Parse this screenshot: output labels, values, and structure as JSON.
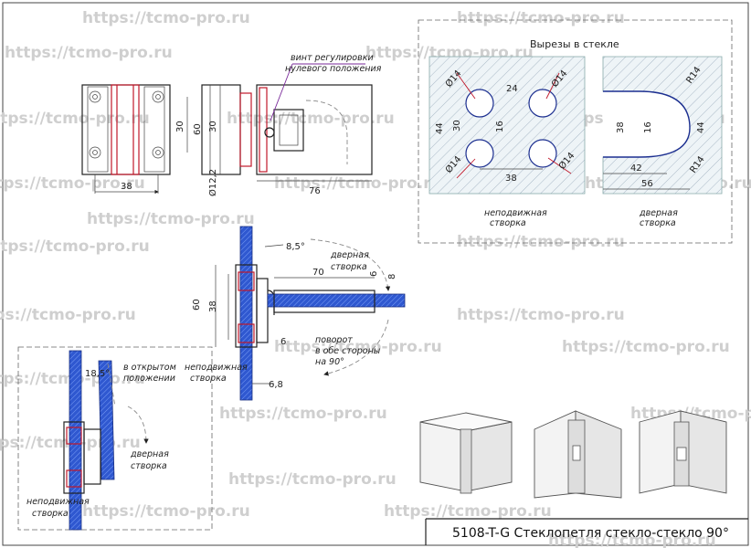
{
  "watermark": "https://tcmo-pro.ru",
  "title_block": {
    "text": "5108-T-G  Стеклопетля стекло-стекло 90°"
  },
  "cutouts": {
    "title": "Вырезы в стекле",
    "left_label_line1": "неподвижная",
    "left_label_line2": "створка",
    "right_label_line1": "дверная",
    "right_label_line2": "створка",
    "left_dims": {
      "d1": "Ø14",
      "d2": "Ø14",
      "d3": "Ø14",
      "d4": "Ø14",
      "h24": "24",
      "v30": "30",
      "v16": "16",
      "v44": "44",
      "w38": "38"
    },
    "right_dims": {
      "r1": "R14",
      "r2": "R14",
      "v38": "38",
      "v16": "16",
      "v44": "44",
      "w42": "42",
      "w56": "56"
    }
  },
  "top_views": {
    "callout_line1": "винт регулировки",
    "callout_line2": "нулевого положения",
    "dims": {
      "w38": "38",
      "v30a": "30",
      "v60": "60",
      "v30b": "30",
      "d12": "Ø12,2",
      "w76": "76"
    }
  },
  "section_view": {
    "dims": {
      "a8_5": "8,5°",
      "w70": "70",
      "t6a": "6",
      "t8": "8",
      "v60": "60",
      "v38": "38",
      "t6b": "6",
      "w6_8": "6,8"
    },
    "label_door_line1": "дверная",
    "label_door_line2": "створка",
    "label_fixed_line1": "неподвижная",
    "label_fixed_line2": "створка",
    "rotation_line1": "поворот",
    "rotation_line2": "в обе стороны",
    "rotation_line3": "на 90°"
  },
  "open_view": {
    "angle": "18,5°",
    "open_line1": "в открытом",
    "open_line2": "положении",
    "door_line1": "дверная",
    "door_line2": "створка",
    "fixed_line1": "неподвижная",
    "fixed_line2": "створка"
  }
}
